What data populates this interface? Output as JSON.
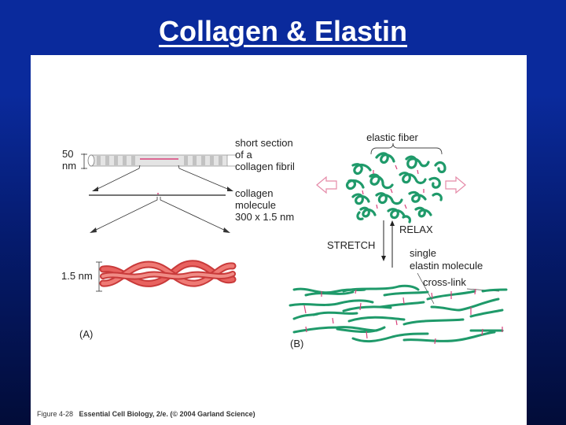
{
  "slide": {
    "title": "Collagen & Elastin"
  },
  "figure": {
    "panel_a": {
      "label": "(A)",
      "fibril_diameter": "50",
      "fibril_diameter_unit": "nm",
      "fibril_label_line1": "short section",
      "fibril_label_line2": "of a",
      "fibril_label_line3": "collagen fibril",
      "molecule_label_line1": "collagen",
      "molecule_label_line2": "molecule",
      "molecule_label_line3": "300 x 1.5 nm",
      "helix_diameter": "1.5 nm"
    },
    "panel_b": {
      "label": "(B)",
      "fiber_label": "elastic fiber",
      "relax_label": "RELAX",
      "stretch_label": "STRETCH",
      "molecule_label_line1": "single",
      "molecule_label_line2": "elastin molecule",
      "crosslink_label": "cross-link"
    },
    "caption": {
      "figure_number": "Figure 4-28",
      "source": "Essential Cell Biology, 2/e. (© 2004 Garland Science)"
    },
    "colors": {
      "collagen_red": "#e0504f",
      "elastin_green": "#1f9a6a",
      "crosslink_pink": "#d9407a",
      "stretch_arrow_pink": "#e58aa8"
    }
  }
}
